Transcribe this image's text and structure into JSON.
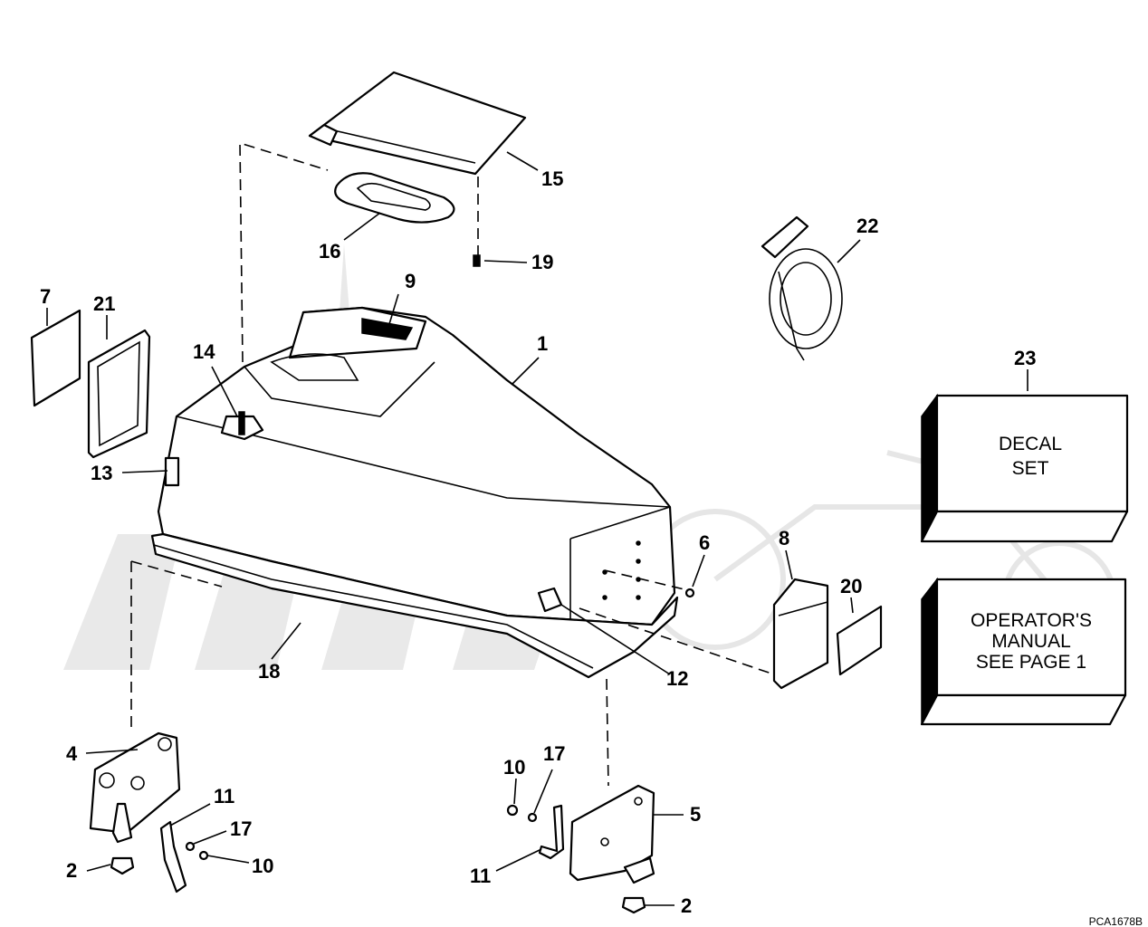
{
  "callouts": {
    "c1": "1",
    "c2a": "2",
    "c2b": "2",
    "c4": "4",
    "c5": "5",
    "c6": "6",
    "c7": "7",
    "c8": "8",
    "c9": "9",
    "c10a": "10",
    "c10b": "10",
    "c11a": "11",
    "c11b": "11",
    "c12": "12",
    "c13": "13",
    "c14": "14",
    "c15": "15",
    "c16": "16",
    "c17a": "17",
    "c17b": "17",
    "c18": "18",
    "c19": "19",
    "c20": "20",
    "c21": "21",
    "c22": "22",
    "c23": "23"
  },
  "boxes": {
    "decal": {
      "line1": "DECAL",
      "line2": "SET"
    },
    "manual": {
      "line1": "OPERATOR'S",
      "line2": "MANUAL",
      "line3": "SEE PAGE 1"
    }
  },
  "figure_code": "PCA1678B",
  "watermark_icon": "motorcycle-watermark-icon"
}
